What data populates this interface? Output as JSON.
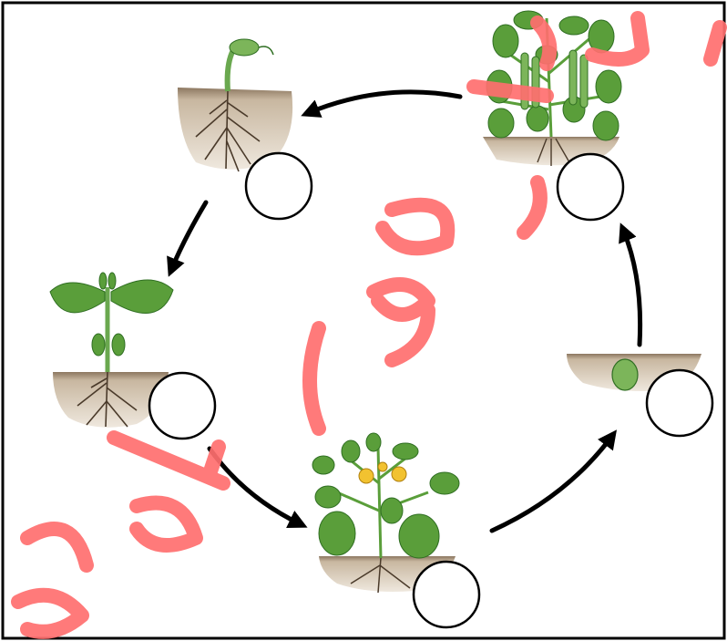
{
  "diagram": {
    "stages": [
      {
        "id": "seed",
        "label": ""
      },
      {
        "id": "sprout",
        "label": ""
      },
      {
        "id": "seedling",
        "label": ""
      },
      {
        "id": "flowering-plant",
        "label": ""
      },
      {
        "id": "mature-plant-with-pods",
        "label": ""
      }
    ],
    "cycle_order": [
      "seed",
      "mature-plant-with-pods",
      "sprout",
      "seedling",
      "flowering-plant",
      "seed"
    ],
    "answer_circles": [
      "",
      "",
      "",
      "",
      ""
    ]
  },
  "colors": {
    "frame": "#000000",
    "arrow": "#000000",
    "leaf": "#5a9e3a",
    "leaf_dark": "#2f6e22",
    "stem": "#6aa84f",
    "soil": "#b8a58c",
    "soil_dark": "#8c7760",
    "root": "#4a3a2a",
    "flower": "#f2c230",
    "pod": "#7cb55a",
    "watermark": "#ff6f6f"
  },
  "watermark": {
    "text": "أ. أ. هدى ر. ب"
  }
}
